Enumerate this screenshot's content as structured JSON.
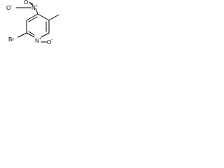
{
  "molecule": {
    "atoms": {
      "oxygen_nitro_top": "O",
      "nitrogen_nitro": "N",
      "nitrogen_nitro_charge": "+",
      "oxygen_nitro_left": "O",
      "oxygen_nitro_left_charge": "−",
      "bromine": "Br",
      "nitrogen_ring": "N",
      "nitrogen_ring_charge": "+",
      "oxygen_n_oxide": "O",
      "oxygen_n_oxide_charge": "−"
    },
    "colors": {
      "bonds": "#000000",
      "labels": "#000000",
      "background": "#ffffff"
    }
  }
}
